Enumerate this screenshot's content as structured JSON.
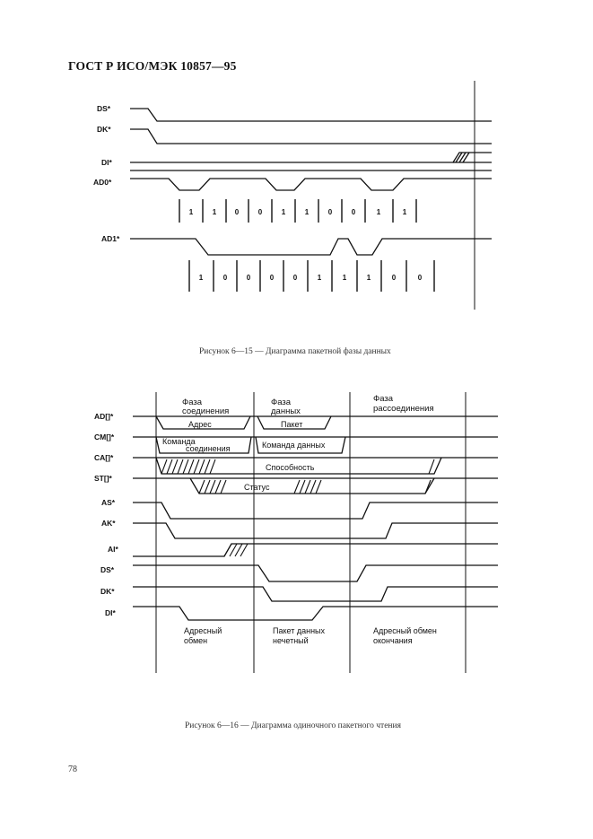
{
  "header": {
    "title": "ГОСТ Р ИСО/МЭК 10857—95"
  },
  "page_number": "78",
  "figure1": {
    "caption": "Рисунок 6—15 — Диаграмма пакетной фазы данных",
    "signals": [
      "DS*",
      "DK*",
      "DI*",
      "AD0*",
      "AD1*"
    ],
    "ad0_bits": [
      "1",
      "1",
      "0",
      "0",
      "1",
      "1",
      "0",
      "0",
      "1",
      "1"
    ],
    "ad1_bits": [
      "1",
      "0",
      "0",
      "0",
      "0",
      "1",
      "1",
      "1",
      "0",
      "0"
    ]
  },
  "figure2": {
    "caption": "Рисунок 6—16 — Диаграмма одиночного пакетного чтения",
    "phases": {
      "connect_1": "Фаза",
      "connect_2": "соединения",
      "data_1": "Фаза",
      "data_2": "данных",
      "disconnect_1": "Фаза",
      "disconnect_2": "рассоединения"
    },
    "signals": [
      "AD[]*",
      "CM[]*",
      "CA[]*",
      "ST[]*",
      "AS*",
      "AK*",
      "AI*",
      "DS*",
      "DK*",
      "DI*"
    ],
    "labels": {
      "address": "Адрес",
      "packet": "Пакет",
      "connect_cmd_1": "Команда",
      "connect_cmd_2": "соединения",
      "data_cmd": "Команда данных",
      "capability": "Способность",
      "status": "Статус"
    },
    "bottom": {
      "addr_exchange_1": "Адресный",
      "addr_exchange_2": "обмен",
      "odd_packet_1": "Пакет данных",
      "odd_packet_2": "нечетный",
      "end_exchange_1": "Адресный обмен",
      "end_exchange_2": "окончания"
    }
  }
}
